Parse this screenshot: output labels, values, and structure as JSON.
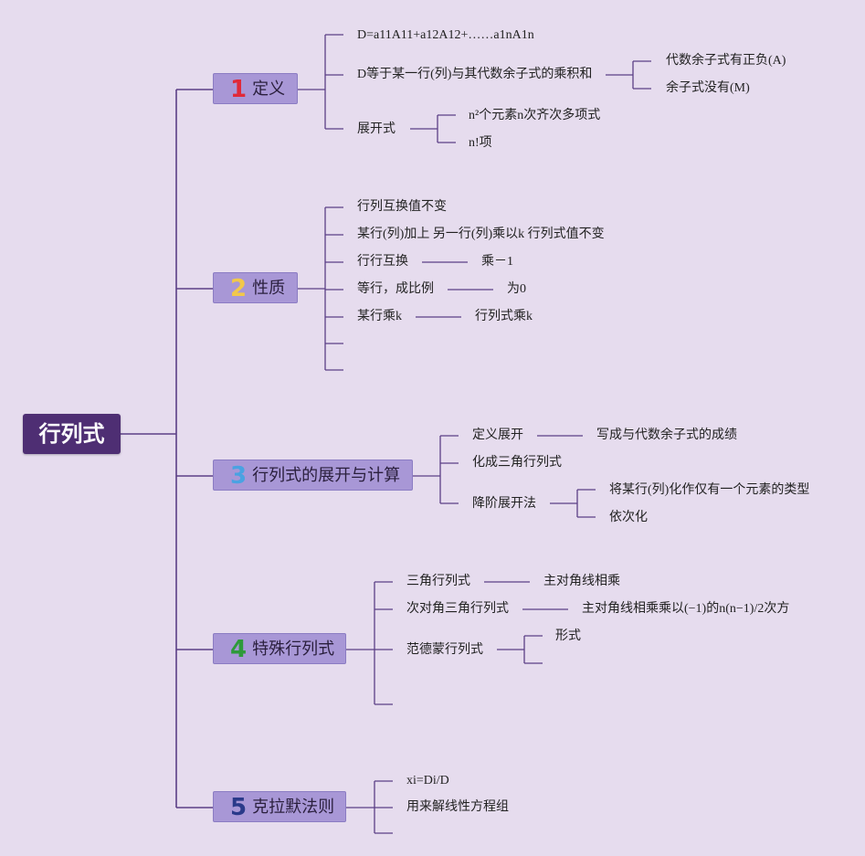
{
  "root": {
    "label": "行列式"
  },
  "branches": [
    {
      "number": "1",
      "label": "定义",
      "num_color": "#e02a3a",
      "children": [
        {
          "label": "D=a11A11+a12A12+……a1nA1n"
        },
        {
          "label": "D等于某一行(列)与其代数余子式的乘积和",
          "children": [
            {
              "label": "代数余子式有正负(A)"
            },
            {
              "label": "余子式没有(M)"
            }
          ]
        },
        {
          "label": "展开式",
          "children": [
            {
              "label": "n²个元素n次齐次多项式"
            },
            {
              "label": "n!项"
            }
          ]
        }
      ]
    },
    {
      "number": "2",
      "label": "性质",
      "num_color": "#f2c84a",
      "children": [
        {
          "label": "行列互换值不变"
        },
        {
          "label": "某行(列)加上 另一行(列)乘以k 行列式值不变"
        },
        {
          "label": "行行互换",
          "children": [
            {
              "label": "乘－1"
            }
          ]
        },
        {
          "label": "等行，成比例",
          "children": [
            {
              "label": "为0"
            }
          ]
        },
        {
          "label": "某行乘k",
          "children": [
            {
              "label": "行列式乘k"
            }
          ]
        },
        {
          "label": ""
        },
        {
          "label": ""
        }
      ]
    },
    {
      "number": "3",
      "label": "行列式的展开与计算",
      "num_color": "#4aa2e2",
      "children": [
        {
          "label": "定义展开",
          "children": [
            {
              "label": "写成与代数余子式的成绩"
            }
          ]
        },
        {
          "label": "化成三角行列式"
        },
        {
          "label": "降阶展开法",
          "children": [
            {
              "label": "将某行(列)化作仅有一个元素的类型"
            },
            {
              "label": "依次化"
            }
          ]
        }
      ]
    },
    {
      "number": "4",
      "label": "特殊行列式",
      "num_color": "#2e9a3a",
      "children": [
        {
          "label": "三角行列式",
          "children": [
            {
              "label": "主对角线相乘"
            }
          ]
        },
        {
          "label": "次对角三角行列式",
          "children": [
            {
              "label": "主对角线相乘乘以(−1)的n(n−1)/2次方"
            }
          ]
        },
        {
          "label": "范德蒙行列式",
          "children": [
            {
              "label": "形式"
            },
            {
              "label": ""
            }
          ]
        },
        {
          "label": ""
        }
      ]
    },
    {
      "number": "5",
      "label": "克拉默法则",
      "num_color": "#2a3a8a",
      "children": [
        {
          "label": "xi=Di/D"
        },
        {
          "label": "用来解线性方程组"
        },
        {
          "label": ""
        }
      ]
    }
  ],
  "colors": {
    "line": "#5b3f86",
    "background": "#e6dcee"
  }
}
